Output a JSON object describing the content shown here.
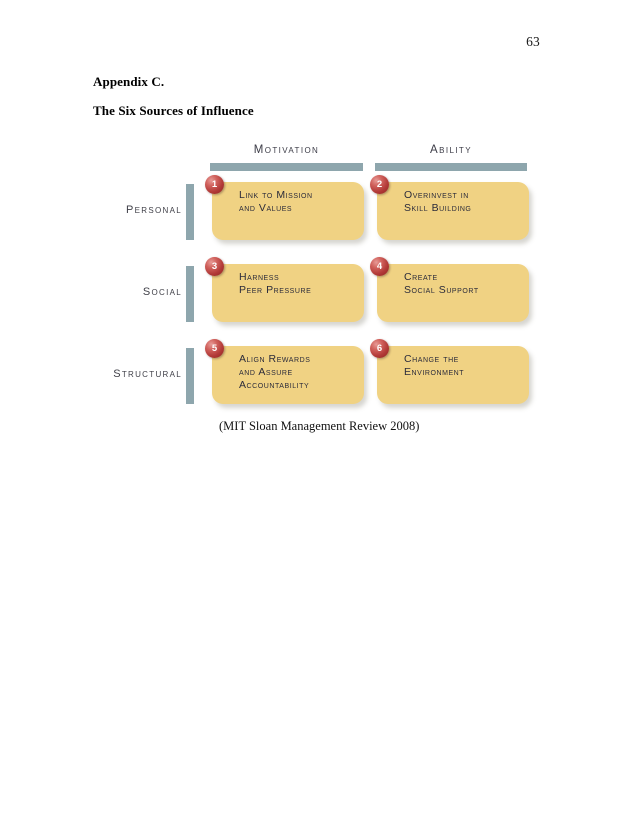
{
  "page": {
    "number": "63",
    "heading_line1": "Appendix C.",
    "heading_line2": "The Six Sources of Influence",
    "caption": "(MIT Sloan Management Review 2008)"
  },
  "colors": {
    "card_fill": "#F0D283",
    "bar": "#8EA6AD",
    "badge": "#B23A38",
    "card_text": "#2B2B3A",
    "label_text": "#3F3F47"
  },
  "diagram": {
    "columns": [
      {
        "label": "Motivation"
      },
      {
        "label": "Ability"
      }
    ],
    "rows": [
      {
        "label": "Personal",
        "cells": [
          {
            "number": "1",
            "text": "Link to Mission\nand Values"
          },
          {
            "number": "2",
            "text": "Overinvest in\nSkill Building"
          }
        ]
      },
      {
        "label": "Social",
        "cells": [
          {
            "number": "3",
            "text": "Harness\nPeer Pressure"
          },
          {
            "number": "4",
            "text": "Create\nSocial Support"
          }
        ]
      },
      {
        "label": "Structural",
        "cells": [
          {
            "number": "5",
            "text": "Align Rewards\nand Assure\nAccountability"
          },
          {
            "number": "6",
            "text": "Change the\nEnvironment"
          }
        ]
      }
    ]
  }
}
